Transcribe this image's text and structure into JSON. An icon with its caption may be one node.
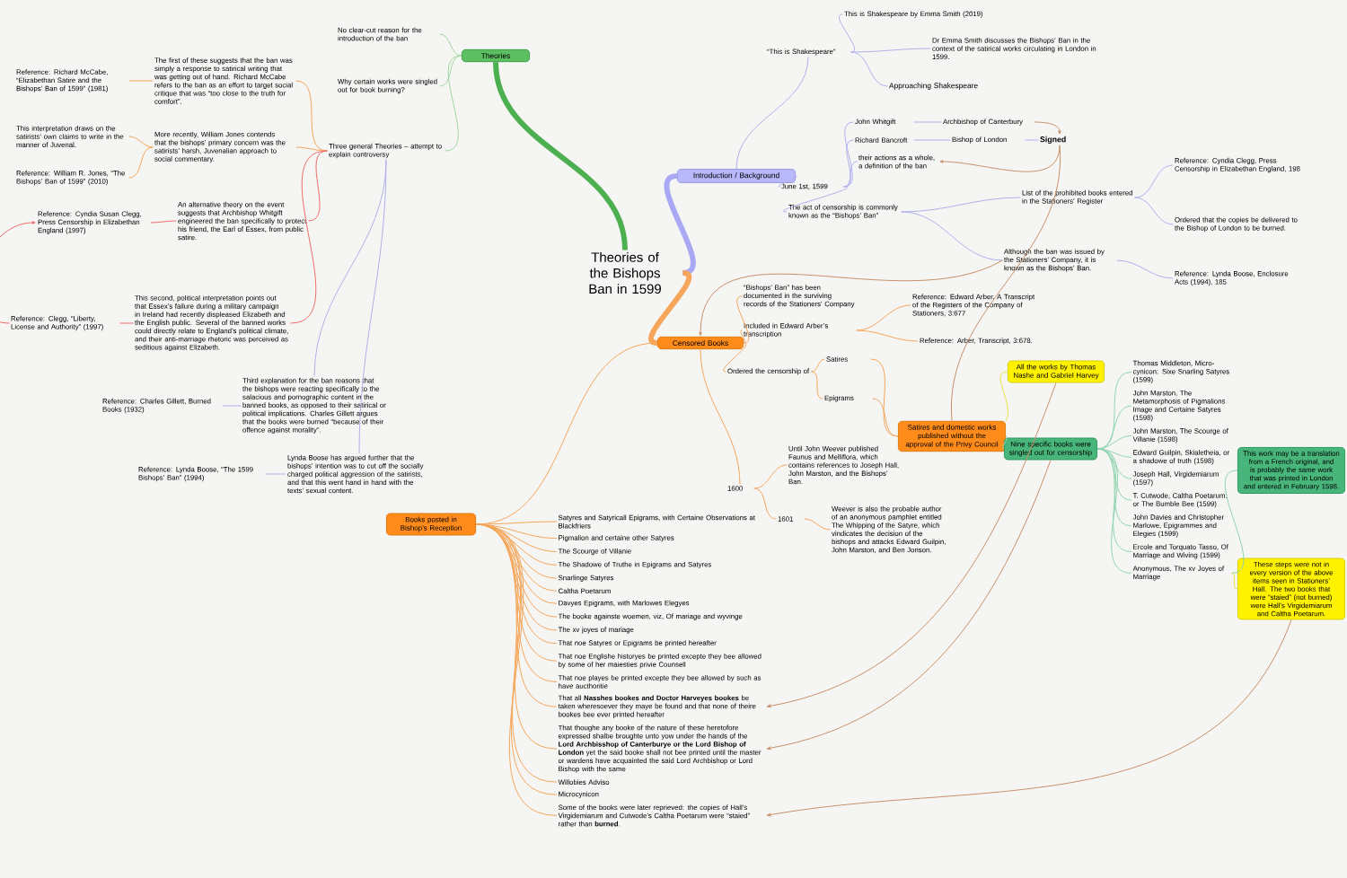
{
  "diagram": {
    "nodes": [
      {
        "text": [
          "Theories of the Bishops Ban in 1599"
        ]
      },
      {
        "text": [
          "Theories"
        ]
      },
      {
        "text": [
          "Introduction / Background"
        ]
      },
      {
        "text": [
          "Censored Books"
        ]
      },
      {
        "text": [
          "Books posted in Bishop’s Reception"
        ]
      },
      {
        "text": [
          "Satires and domestic works published without the approval of the Privy Council"
        ]
      },
      {
        "text": [
          "All the works by Thomas Nashe and Gabriel Harvey"
        ]
      },
      {
        "text": [
          "Nine specific books were singled out for censorship"
        ]
      },
      {
        "text": [
          "This work may be a translation from a French original, and is probably the same work that was printed in London and entered in February 1598."
        ]
      },
      {
        "text": [
          "These steps were not in every version of the above items seen in Stationers’ Hall. The two books that were “staied” (not burned) were Hall’s Virgidemiarum and Caltha Poetarum."
        ]
      },
      {
        "text": [
          "No clear-cut reason for the introduction of the ban"
        ]
      },
      {
        "text": [
          "Why certain works were singled out for book burning?"
        ]
      },
      {
        "text": [
          "Three general Theories – attempt to explain controversy"
        ]
      },
      {
        "text": [
          "The first of these suggests that the ban was simply a response to satirical writing that was getting out of hand. Richard McCabe refers to the ban as an effort to target social critique that was “too close to the truth for comfort”."
        ]
      },
      {
        "text": [
          "More recently, William Jones contends that the bishops’ primary concern was the satirists’ harsh, Juvenalian approach to social commentary."
        ]
      },
      {
        "text": [
          "An alternative theory on the event suggests that Archbishop Whitgift engineered the ban specifically to protect his friend, the Earl of Essex, from public satire."
        ]
      },
      {
        "text": [
          "This second, political interpretation points out that Essex’s failure during a military campaign in Ireland had recently displeased Elizabeth and the English public. Several of the banned works could directly relate to England’s political climate, and their anti-marriage rhetoric was perceived as seditious against Elizabeth."
        ]
      },
      {
        "text": [
          "Third explanation for the ban reasons that the bishops were reacting specifically to the salacious and pornographic content in the banned books, as opposed to their satirical or political implications. Charles Gillett argues that the books were burned “because of their offence against morality”."
        ]
      },
      {
        "text": [
          "Lynda Boose has argued further that the bishops’ intention was to cut off the socially charged political aggression of the satirists, and that this went hand in hand with the texts’ sexual content."
        ]
      },
      {
        "text": [
          "Reference: Richard McCabe, “Elizabethan Satire and the Bishops’ Ban of 1599” (1981)"
        ]
      },
      {
        "text": [
          "This interpretation draws on the satirists’ own claims to write in the manner of Juvenal."
        ]
      },
      {
        "text": [
          "Reference: William R. Jones, “The Bishops’ Ban of 1599” (2010)"
        ]
      },
      {
        "text": [
          "Reference: Cyndia Susan Clegg, Press Censorship in Elizabethan England (1997)"
        ]
      },
      {
        "text": [
          "Reference: Clegg, “Liberty, License and Authority” (1997)"
        ]
      },
      {
        "text": [
          "Reference: Charles Gillett, Burned Books (1932)"
        ]
      },
      {
        "text": [
          "Reference: Lynda Boose, “The 1599 Bishops’ Ban” (1994)"
        ]
      },
      {
        "text": [
          "“This is Shakespeare”"
        ]
      },
      {
        "text": [
          "This is Shakespeare by Emma Smith (2019)"
        ]
      },
      {
        "text": [
          "Dr Emma Smith discusses the Bishops’ Ban in the context of the satirical works circulating in London in 1599."
        ]
      },
      {
        "text": [
          "Approaching Shakespeare"
        ]
      },
      {
        "text": [
          "June 1st, 1599"
        ]
      },
      {
        "text": [
          "John Whitgift"
        ]
      },
      {
        "text": [
          "Richard Bancroft"
        ]
      },
      {
        "text": [
          "their actions as a whole, a definition of the ban"
        ]
      },
      {
        "text": [
          "Archbishop of Canterbury"
        ]
      },
      {
        "text": [
          "Bishop of London"
        ]
      },
      {
        "text": [
          "Signed"
        ]
      },
      {
        "text": [
          "The act of censorship is commonly known as the “Bishops’ Ban”"
        ]
      },
      {
        "text": [
          "List of the prohibited books entered in the Stationers’ Register"
        ]
      },
      {
        "text": [
          "Reference: Cyndia Clegg, Press Censorship in Elizabethan England, 198"
        ]
      },
      {
        "text": [
          "Ordered that the copies be delivered to the Bishop of London to be burned."
        ]
      },
      {
        "text": [
          "Although the ban was issued by the Stationers’ Company, it is known as the Bishops’ Ban."
        ]
      },
      {
        "text": [
          "Reference: Lynda Boose, Enclosure Acts (1994), 185"
        ]
      },
      {
        "text": [
          "“Bishops’ Ban” has been documented in the surviving records of the Stationers’ Company"
        ]
      },
      {
        "text": [
          "Included in Edward Arber’s transcription"
        ]
      },
      {
        "text": [
          "Ordered the censorship of"
        ]
      },
      {
        "text": [
          "Satires"
        ]
      },
      {
        "text": [
          "Epigrams"
        ]
      },
      {
        "text": [
          "Reference: Edward Arber, A Transcript of the Registers of the Company of Stationers, 3:677"
        ]
      },
      {
        "text": [
          "Reference: Arber, Transcript, 3:678."
        ]
      },
      {
        "text": [
          "1600"
        ]
      },
      {
        "text": [
          "1601"
        ]
      },
      {
        "text": [
          "Until John Weever published Faunus and Melliflora, which contains references to Joseph Hall, John Marston, and the Bishops’ Ban."
        ]
      },
      {
        "text": [
          "Weever is also the probable author of an anonymous pamphlet entitled The Whipping of the Satyre, which vindicates the decision of the bishops and attacks Edward Guilpin, John Marston, and Ben Jonson."
        ]
      },
      {
        "text": [
          "Satyres and Satyricall Epigrams, with Certaine Observations at Blackfriers"
        ]
      },
      {
        "text": [
          "Pigmalion and certaine other Satyres"
        ]
      },
      {
        "text": [
          "The Scourge of Villanie"
        ]
      },
      {
        "text": [
          "The Shadowe of Truthe in Epigrams and Satyres"
        ]
      },
      {
        "text": [
          "Snarlinge Satyres"
        ]
      },
      {
        "text": [
          "Caltha Poetarum"
        ]
      },
      {
        "text": [
          "Davyes Epigrams, with Marlowes Elegyes"
        ]
      },
      {
        "text": [
          "The booke againste woemen, viz, Of mariage and wyvinge"
        ]
      },
      {
        "text": [
          "The xv joyes of mariage"
        ]
      },
      {
        "text": [
          "That noe Satyres or Epigrams be printed hereafter"
        ]
      },
      {
        "text": [
          "That noe Englishe historyes be printed excepte they bee allowed by some of her maiesties privie Counsell"
        ]
      },
      {
        "text": [
          "That noe playes be printed excepte they bee allowed by such as have aucthoritie"
        ]
      },
      {
        "text": [
          "That all **Nasshes bookes and Doctor Harveyes bookes** be taken wheresoever they maye be found and that none of theire bookes bee ever printed hereafter"
        ]
      },
      {
        "text": [
          "That thoughe any booke of the nature of these heretofore expressed shalbe broughte unto yow under the hands of the **Lord Archbisshop of Canterburye or the Lord Bishop of London** yet the said booke shall not bee printed until the master or wardens have acquainted the said Lord Archbishop or Lord Bishop with the same"
        ]
      },
      {
        "text": [
          "Willobies Adviso"
        ]
      },
      {
        "text": [
          "Microcynicon"
        ]
      },
      {
        "text": [
          "Some of the books were later reprieved: the copies of Hall’s Virgidemiarum and Cutwode’s Caltha Poetarum were “staied” rather than **burned**."
        ]
      },
      {
        "text": [
          "Thomas Middleton, Micro-cynicon: Sixe Snarling Satyres (1599)"
        ]
      },
      {
        "text": [
          "John Marston, The Metamorphosis of Pigmalions Image and Certaine Satyres (1598)"
        ]
      },
      {
        "text": [
          "John Marston, The Scourge of Villanie (1598)"
        ]
      },
      {
        "text": [
          "Edward Guilpin, Skialetheia, or a shadowe of truth (1598)"
        ]
      },
      {
        "text": [
          "Joseph Hall, Virgidemiarum (1597)"
        ]
      },
      {
        "text": [
          "T. Cutwode, Caltha Poetarum: or The Bumble Bee (1599)"
        ]
      },
      {
        "text": [
          "John Davies and Christopher Marlowe, Epigrammes and Elegies (1599)"
        ]
      },
      {
        "text": [
          "Ercole and Torquato Tasso, Of Marriage and Wiving (1599)"
        ]
      },
      {
        "text": [
          "Anonymous, The xv Joyes of Marriage"
        ]
      }
    ],
    "edges": [
      {
        "from": 0,
        "to": 1,
        "arrow": "none",
        "style": "thick",
        "color": "#4caf50"
      },
      {
        "from": 0,
        "to": 2,
        "arrow": "none",
        "style": "thick",
        "color": "#a8a8f5"
      },
      {
        "from": 0,
        "to": 3,
        "arrow": "none",
        "style": "thick"
      },
      {
        "from": 1,
        "to": 10,
        "arrow": "none",
        "color": "#9fd89f"
      },
      {
        "from": 1,
        "to": 11,
        "arrow": "none",
        "color": "#9fd89f"
      },
      {
        "from": 1,
        "to": 12,
        "arrow": "none",
        "color": "#9fd89f"
      },
      {
        "from": 12,
        "to": 13,
        "arrow": "none"
      },
      {
        "from": 12,
        "to": 14,
        "arrow": "none"
      },
      {
        "from": 12,
        "to": 15,
        "arrow": "none",
        "color": "#f06a6a"
      },
      {
        "from": 12,
        "to": 16,
        "arrow": "none",
        "color": "#f06a6a"
      },
      {
        "from": 12,
        "to": 17,
        "arrow": "none",
        "color": "#b0b0ee"
      },
      {
        "from": 12,
        "to": 18,
        "arrow": "none",
        "color": "#b0b0ee"
      },
      {
        "from": 13,
        "to": 19,
        "arrow": "none"
      },
      {
        "from": 14,
        "to": 20,
        "arrow": "none"
      },
      {
        "from": 14,
        "to": 21,
        "arrow": "none"
      },
      {
        "from": 15,
        "to": 22,
        "arrow": "none",
        "color": "#f06a6a"
      },
      {
        "from": 16,
        "to": 23,
        "arrow": "none",
        "color": "#f06a6a"
      },
      {
        "from": 23,
        "to": 22,
        "arrow": "to",
        "color": "#f06a6a"
      },
      {
        "from": 17,
        "to": 24,
        "arrow": "none",
        "color": "#b0b0ee"
      },
      {
        "from": 18,
        "to": 25,
        "arrow": "none",
        "color": "#b0b0ee"
      },
      {
        "from": 2,
        "to": 26,
        "arrow": "none",
        "color": "#b0b0ee"
      },
      {
        "from": 2,
        "to": 30,
        "arrow": "none",
        "color": "#b0b0ee"
      },
      {
        "from": 26,
        "to": 27,
        "arrow": "none",
        "color": "#b0b0ee"
      },
      {
        "from": 26,
        "to": 28,
        "arrow": "none",
        "color": "#b0b0ee"
      },
      {
        "from": 26,
        "to": 29,
        "arrow": "none",
        "color": "#b0b0ee"
      },
      {
        "from": 30,
        "to": 31,
        "arrow": "none",
        "color": "#b0b0ee"
      },
      {
        "from": 30,
        "to": 32,
        "arrow": "none",
        "color": "#b0b0ee"
      },
      {
        "from": 30,
        "to": 33,
        "arrow": "none",
        "color": "#b0b0ee"
      },
      {
        "from": 30,
        "to": 37,
        "arrow": "none",
        "color": "#b0b0ee"
      },
      {
        "from": 31,
        "to": 34,
        "arrow": "none",
        "color": "#b0b0ee"
      },
      {
        "from": 32,
        "to": 35,
        "arrow": "none",
        "color": "#b0b0ee"
      },
      {
        "from": 34,
        "to": 36,
        "arrow": "to",
        "color": "#c8906a"
      },
      {
        "from": 35,
        "to": 36,
        "arrow": "none",
        "color": "#b0b0ee"
      },
      {
        "from": 36,
        "to": 33,
        "arrow": "to",
        "color": "#c8906a"
      },
      {
        "from": 37,
        "to": 38,
        "arrow": "none",
        "color": "#b0b0ee"
      },
      {
        "from": 37,
        "to": 41,
        "arrow": "none",
        "color": "#b0b0ee"
      },
      {
        "from": 38,
        "to": 39,
        "arrow": "none",
        "color": "#b0b0ee"
      },
      {
        "from": 38,
        "to": 40,
        "arrow": "none",
        "color": "#b0b0ee"
      },
      {
        "from": 41,
        "to": 42,
        "arrow": "none",
        "color": "#b0b0ee"
      },
      {
        "from": 3,
        "to": 43,
        "arrow": "none"
      },
      {
        "from": 3,
        "to": 44,
        "arrow": "none"
      },
      {
        "from": 3,
        "to": 45,
        "arrow": "none"
      },
      {
        "from": 44,
        "to": 48,
        "arrow": "none"
      },
      {
        "from": 44,
        "to": 49,
        "arrow": "none"
      },
      {
        "from": 45,
        "to": 46,
        "arrow": "none"
      },
      {
        "from": 45,
        "to": 47,
        "arrow": "none"
      },
      {
        "from": 3,
        "to": 4,
        "arrow": "none"
      },
      {
        "from": 3,
        "to": 50,
        "arrow": "none"
      },
      {
        "from": 50,
        "to": 52,
        "arrow": "none"
      },
      {
        "from": 50,
        "to": 51,
        "arrow": "none"
      },
      {
        "from": 51,
        "to": 53,
        "arrow": "none"
      },
      {
        "from": 41,
        "to": 3,
        "arrow": "to",
        "color": "#c8906a"
      },
      {
        "from": 5,
        "to": 36,
        "arrow": "none",
        "color": "#c8906a"
      },
      {
        "from": 46,
        "to": 5,
        "arrow": "none"
      },
      {
        "from": 47,
        "to": 5,
        "arrow": "none"
      },
      {
        "from": 5,
        "to": 6,
        "arrow": "none",
        "color": "#e8e24a"
      },
      {
        "from": 5,
        "to": 7,
        "arrow": "none",
        "color": "#8fd3b0"
      },
      {
        "from": 4,
        "to": 54,
        "arrow": "none"
      },
      {
        "from": 4,
        "to": 55,
        "arrow": "none"
      },
      {
        "from": 4,
        "to": 56,
        "arrow": "none"
      },
      {
        "from": 4,
        "to": 57,
        "arrow": "none"
      },
      {
        "from": 4,
        "to": 58,
        "arrow": "none"
      },
      {
        "from": 4,
        "to": 59,
        "arrow": "none"
      },
      {
        "from": 4,
        "to": 60,
        "arrow": "none"
      },
      {
        "from": 4,
        "to": 61,
        "arrow": "none"
      },
      {
        "from": 4,
        "to": 62,
        "arrow": "none"
      },
      {
        "from": 4,
        "to": 63,
        "arrow": "none"
      },
      {
        "from": 4,
        "to": 64,
        "arrow": "none"
      },
      {
        "from": 4,
        "to": 65,
        "arrow": "none"
      },
      {
        "from": 4,
        "to": 66,
        "arrow": "none"
      },
      {
        "from": 4,
        "to": 67,
        "arrow": "none"
      },
      {
        "from": 4,
        "to": 68,
        "arrow": "none"
      },
      {
        "from": 4,
        "to": 69,
        "arrow": "none"
      },
      {
        "from": 4,
        "to": 70,
        "arrow": "none"
      },
      {
        "from": 7,
        "to": 71,
        "arrow": "none",
        "color": "#8fd3b0"
      },
      {
        "from": 7,
        "to": 72,
        "arrow": "none",
        "color": "#8fd3b0"
      },
      {
        "from": 7,
        "to": 73,
        "arrow": "none",
        "color": "#8fd3b0"
      },
      {
        "from": 7,
        "to": 74,
        "arrow": "none",
        "color": "#8fd3b0"
      },
      {
        "from": 7,
        "to": 75,
        "arrow": "none",
        "color": "#8fd3b0"
      },
      {
        "from": 7,
        "to": 76,
        "arrow": "none",
        "color": "#8fd3b0"
      },
      {
        "from": 7,
        "to": 77,
        "arrow": "none",
        "color": "#8fd3b0"
      },
      {
        "from": 7,
        "to": 78,
        "arrow": "none",
        "color": "#8fd3b0"
      },
      {
        "from": 7,
        "to": 79,
        "arrow": "none",
        "color": "#8fd3b0"
      },
      {
        "from": 79,
        "to": 8,
        "arrow": "none",
        "color": "#8fd3b0"
      },
      {
        "from": 79,
        "to": 9,
        "arrow": "none",
        "color": "#e8e24a"
      },
      {
        "from": 6,
        "to": 66,
        "arrow": "to",
        "color": "#c8906a"
      },
      {
        "from": 7,
        "to": 67,
        "arrow": "to",
        "color": "#c8906a"
      },
      {
        "from": 9,
        "to": 70,
        "arrow": "to",
        "color": "#c8906a"
      }
    ]
  }
}
